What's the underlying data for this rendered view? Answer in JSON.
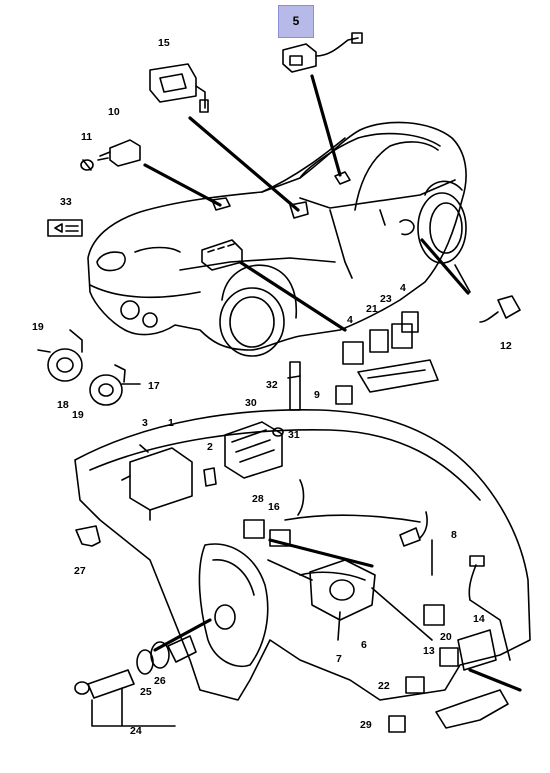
{
  "highlight": {
    "label": "5",
    "color": "#b7b9e8"
  },
  "callouts": [
    {
      "id": "c5",
      "text": "5"
    },
    {
      "id": "c15",
      "text": "15"
    },
    {
      "id": "c10",
      "text": "10"
    },
    {
      "id": "c11",
      "text": "11"
    },
    {
      "id": "c33",
      "text": "33"
    },
    {
      "id": "c4a",
      "text": "4"
    },
    {
      "id": "c23",
      "text": "23"
    },
    {
      "id": "c21",
      "text": "21"
    },
    {
      "id": "c4b",
      "text": "4"
    },
    {
      "id": "c12",
      "text": "12"
    },
    {
      "id": "c19a",
      "text": "19"
    },
    {
      "id": "c18",
      "text": "18"
    },
    {
      "id": "c19b",
      "text": "19"
    },
    {
      "id": "c17",
      "text": "17"
    },
    {
      "id": "c32",
      "text": "32"
    },
    {
      "id": "c9",
      "text": "9"
    },
    {
      "id": "c30",
      "text": "30"
    },
    {
      "id": "c31",
      "text": "31"
    },
    {
      "id": "c3",
      "text": "3"
    },
    {
      "id": "c1",
      "text": "1"
    },
    {
      "id": "c2",
      "text": "2"
    },
    {
      "id": "c28",
      "text": "28"
    },
    {
      "id": "c16",
      "text": "16"
    },
    {
      "id": "c8",
      "text": "8"
    },
    {
      "id": "c27",
      "text": "27"
    },
    {
      "id": "c14",
      "text": "14"
    },
    {
      "id": "c13",
      "text": "13"
    },
    {
      "id": "c20",
      "text": "20"
    },
    {
      "id": "c7",
      "text": "7"
    },
    {
      "id": "c6",
      "text": "6"
    },
    {
      "id": "c22",
      "text": "22"
    },
    {
      "id": "c25",
      "text": "25"
    },
    {
      "id": "c26",
      "text": "26"
    },
    {
      "id": "c24",
      "text": "24"
    },
    {
      "id": "c29",
      "text": "29"
    }
  ]
}
